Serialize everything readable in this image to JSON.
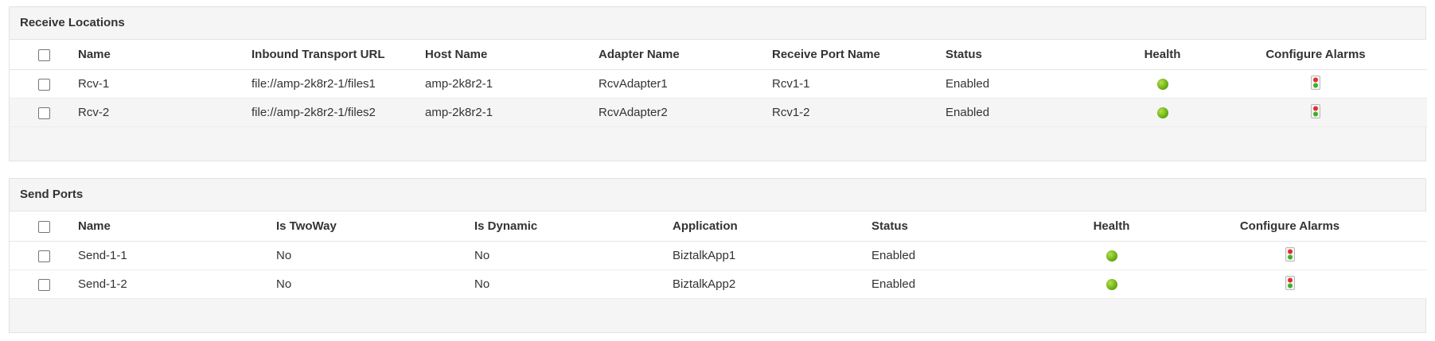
{
  "receive_locations": {
    "title": "Receive Locations",
    "columns": [
      "Name",
      "Inbound Transport URL",
      "Host Name",
      "Adapter Name",
      "Receive Port Name",
      "Status",
      "Health",
      "Configure Alarms"
    ],
    "rows": [
      {
        "name": "Rcv-1",
        "url": "file://amp-2k8r2-1/files1",
        "host": "amp-2k8r2-1",
        "adapter": "RcvAdapter1",
        "port": "Rcv1-1",
        "status": "Enabled",
        "health": "healthy"
      },
      {
        "name": "Rcv-2",
        "url": "file://amp-2k8r2-1/files2",
        "host": "amp-2k8r2-1",
        "adapter": "RcvAdapter2",
        "port": "Rcv1-2",
        "status": "Enabled",
        "health": "healthy"
      }
    ]
  },
  "send_ports": {
    "title": "Send Ports",
    "columns": [
      "Name",
      "Is TwoWay",
      "Is Dynamic",
      "Application",
      "Status",
      "Health",
      "Configure Alarms"
    ],
    "rows": [
      {
        "name": "Send-1-1",
        "two_way": "No",
        "dynamic": "No",
        "application": "BiztalkApp1",
        "status": "Enabled",
        "health": "healthy"
      },
      {
        "name": "Send-1-2",
        "two_way": "No",
        "dynamic": "No",
        "application": "BiztalkApp2",
        "status": "Enabled",
        "health": "healthy"
      }
    ]
  },
  "icons": {
    "health": "green-status-dot-icon",
    "configure_alarms": "traffic-light-icon"
  },
  "colors": {
    "health_green": "#6ab417",
    "panel_bg": "#f5f5f5"
  }
}
